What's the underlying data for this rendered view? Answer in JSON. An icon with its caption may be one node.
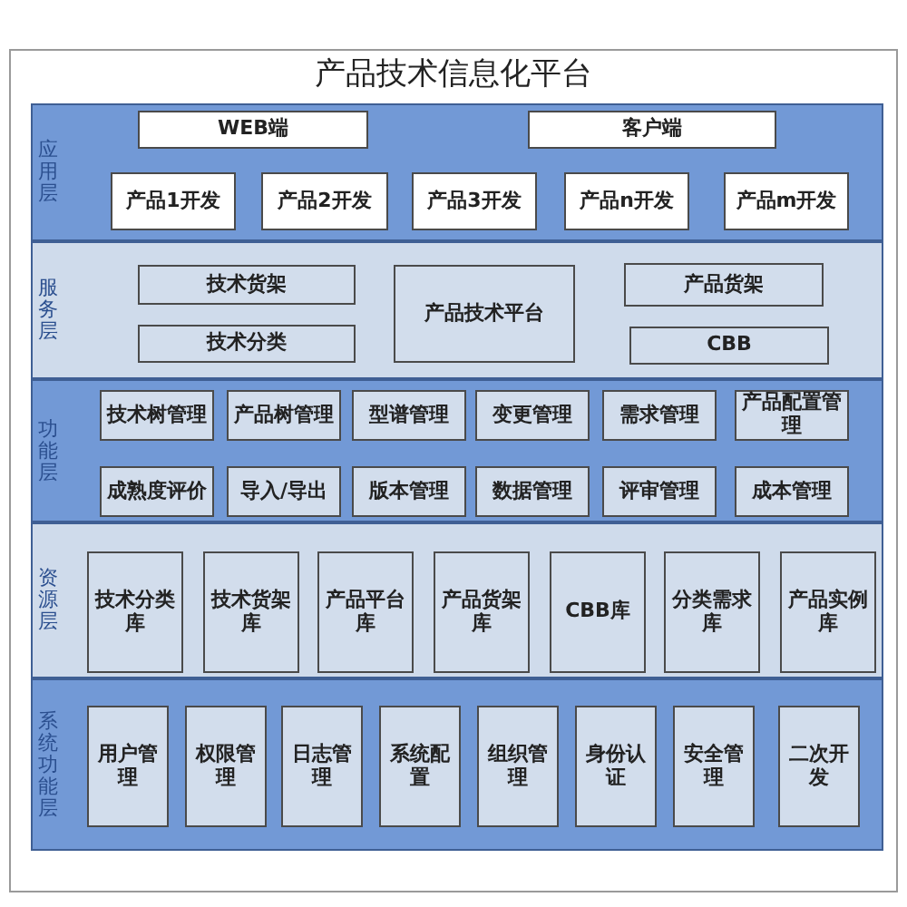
{
  "diagram": {
    "nodes": [
      {
        "text": [
          "产品技术信息化平台"
        ]
      },
      {
        "text": [
          "应用层"
        ],
        "in": 0
      },
      {
        "text": [
          "WEB端"
        ],
        "in": 1
      },
      {
        "text": [
          "客户端"
        ],
        "in": 1
      },
      {
        "text": [
          "产品1开发"
        ],
        "in": 1
      },
      {
        "text": [
          "产品2开发"
        ],
        "in": 1
      },
      {
        "text": [
          "产品3开发"
        ],
        "in": 1
      },
      {
        "text": [
          "产品n开发"
        ],
        "in": 1
      },
      {
        "text": [
          "产品m开发"
        ],
        "in": 1
      },
      {
        "text": [
          "服务层"
        ],
        "in": 0
      },
      {
        "text": [
          "技术货架"
        ],
        "in": 9
      },
      {
        "text": [
          "产品技术平台"
        ],
        "in": 9
      },
      {
        "text": [
          "产品货架"
        ],
        "in": 9
      },
      {
        "text": [
          "技术分类"
        ],
        "in": 9
      },
      {
        "text": [
          "CBB"
        ],
        "in": 9
      },
      {
        "text": [
          "功能层"
        ],
        "in": 0
      },
      {
        "text": [
          "技术树管理"
        ],
        "in": 15
      },
      {
        "text": [
          "产品树管理"
        ],
        "in": 15
      },
      {
        "text": [
          "型谱管理"
        ],
        "in": 15
      },
      {
        "text": [
          "变更管理"
        ],
        "in": 15
      },
      {
        "text": [
          "需求管理"
        ],
        "in": 15
      },
      {
        "text": [
          "产品配置管理"
        ],
        "in": 15
      },
      {
        "text": [
          "成熟度评价"
        ],
        "in": 15
      },
      {
        "text": [
          "导入/导出"
        ],
        "in": 15
      },
      {
        "text": [
          "版本管理"
        ],
        "in": 15
      },
      {
        "text": [
          "数据管理"
        ],
        "in": 15
      },
      {
        "text": [
          "评审管理"
        ],
        "in": 15
      },
      {
        "text": [
          "成本管理"
        ],
        "in": 15
      },
      {
        "text": [
          "资源层"
        ],
        "in": 0
      },
      {
        "text": [
          "技术分类库"
        ],
        "in": 28
      },
      {
        "text": [
          "技术货架库"
        ],
        "in": 28
      },
      {
        "text": [
          "产品平台库"
        ],
        "in": 28
      },
      {
        "text": [
          "产品货架库"
        ],
        "in": 28
      },
      {
        "text": [
          "CBB库"
        ],
        "in": 28
      },
      {
        "text": [
          "分类需求库"
        ],
        "in": 28
      },
      {
        "text": [
          "产品实例库"
        ],
        "in": 28
      },
      {
        "text": [
          "系统功能层"
        ],
        "in": 0
      },
      {
        "text": [
          "用户管理"
        ],
        "in": 36
      },
      {
        "text": [
          "权限管理"
        ],
        "in": 36
      },
      {
        "text": [
          "日志管理"
        ],
        "in": 36
      },
      {
        "text": [
          "系统配置"
        ],
        "in": 36
      },
      {
        "text": [
          "组织管理"
        ],
        "in": 36
      },
      {
        "text": [
          "身份认证"
        ],
        "in": 36
      },
      {
        "text": [
          "安全管理"
        ],
        "in": 36
      },
      {
        "text": [
          "二次开发"
        ],
        "in": 36
      }
    ],
    "edges": []
  }
}
